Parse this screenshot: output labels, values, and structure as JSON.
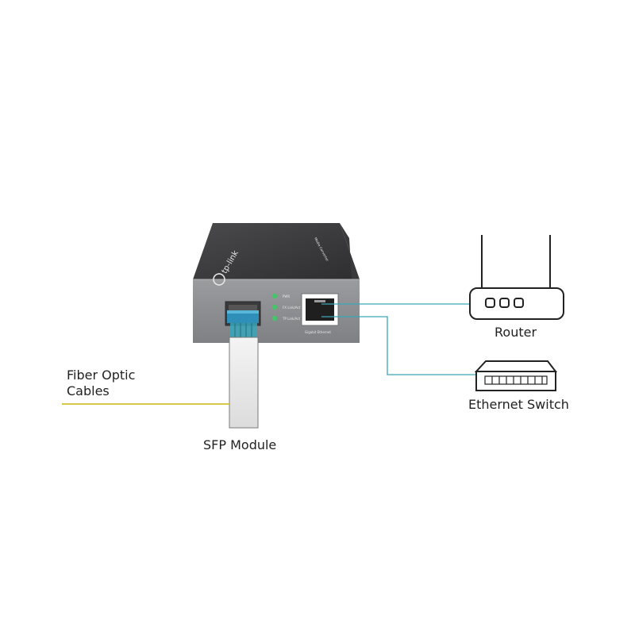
{
  "labels": {
    "fiber_line1": "Fiber Optic",
    "fiber_line2": "Cables",
    "sfp": "SFP Module",
    "router": "Router",
    "switch": "Ethernet Switch"
  },
  "device": {
    "brand": "tp-link",
    "led_labels": [
      "PWR",
      "FX Link/Act",
      "TP Link/Act"
    ],
    "port_label": "Gigabit Ethernet"
  },
  "colors": {
    "connector_line": "#3aa6b9",
    "fiber_cable": "#d8c84a",
    "led": "#46c46a",
    "device_body": "#5a5a5c",
    "device_front": "#8a8c8f"
  }
}
